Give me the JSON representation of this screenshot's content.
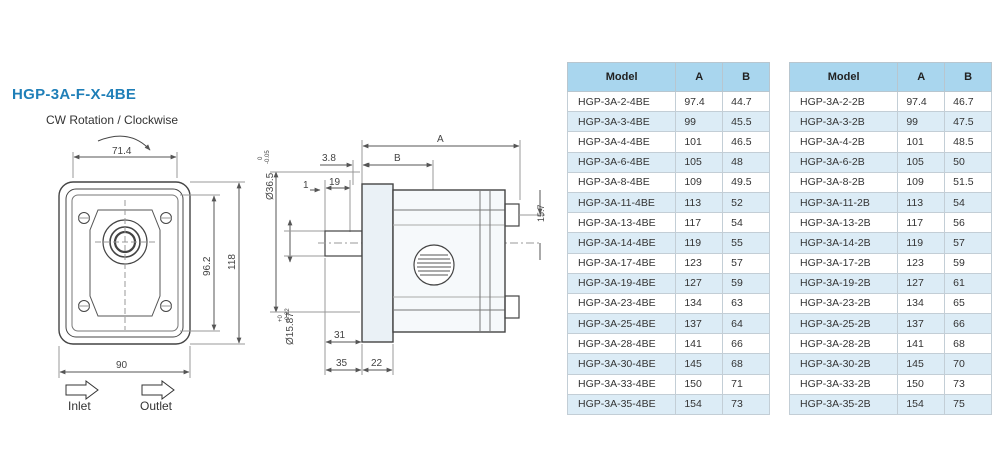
{
  "title": "HGP-3A-F-X-4BE",
  "front_view": {
    "rotation_label": "CW Rotation / Clockwise",
    "dim_width_top": "71.4",
    "dim_width_bottom": "90",
    "dim_height_inner": "96.2",
    "dim_height_outer": "118",
    "inlet_label": "Inlet",
    "outlet_label": "Outlet"
  },
  "side_view": {
    "dim_a": "A",
    "dim_b": "B",
    "dim_3_8": "3.8",
    "dim_1": "1",
    "dim_19": "19",
    "dim_pilot": "Ø36.5",
    "dim_pilot_tol_top": "0",
    "dim_pilot_tol_bottom": "-0.05",
    "dim_shaft": "Ø15.87",
    "dim_shaft_tol_top": "+0",
    "dim_shaft_tol_bottom": "-0.02",
    "dim_31": "31",
    "dim_35": "35",
    "dim_22": "22",
    "dim_15_7": "15.7"
  },
  "table_left": {
    "headers": [
      "Model",
      "A",
      "B"
    ],
    "rows": [
      [
        "HGP-3A-2-4BE",
        "97.4",
        "44.7"
      ],
      [
        "HGP-3A-3-4BE",
        "99",
        "45.5"
      ],
      [
        "HGP-3A-4-4BE",
        "101",
        "46.5"
      ],
      [
        "HGP-3A-6-4BE",
        "105",
        "48"
      ],
      [
        "HGP-3A-8-4BE",
        "109",
        "49.5"
      ],
      [
        "HGP-3A-11-4BE",
        "113",
        "52"
      ],
      [
        "HGP-3A-13-4BE",
        "117",
        "54"
      ],
      [
        "HGP-3A-14-4BE",
        "119",
        "55"
      ],
      [
        "HGP-3A-17-4BE",
        "123",
        "57"
      ],
      [
        "HGP-3A-19-4BE",
        "127",
        "59"
      ],
      [
        "HGP-3A-23-4BE",
        "134",
        "63"
      ],
      [
        "HGP-3A-25-4BE",
        "137",
        "64"
      ],
      [
        "HGP-3A-28-4BE",
        "141",
        "66"
      ],
      [
        "HGP-3A-30-4BE",
        "145",
        "68"
      ],
      [
        "HGP-3A-33-4BE",
        "150",
        "71"
      ],
      [
        "HGP-3A-35-4BE",
        "154",
        "73"
      ]
    ]
  },
  "table_right": {
    "headers": [
      "Model",
      "A",
      "B"
    ],
    "rows": [
      [
        "HGP-3A-2-2B",
        "97.4",
        "46.7"
      ],
      [
        "HGP-3A-3-2B",
        "99",
        "47.5"
      ],
      [
        "HGP-3A-4-2B",
        "101",
        "48.5"
      ],
      [
        "HGP-3A-6-2B",
        "105",
        "50"
      ],
      [
        "HGP-3A-8-2B",
        "109",
        "51.5"
      ],
      [
        "HGP-3A-11-2B",
        "113",
        "54"
      ],
      [
        "HGP-3A-13-2B",
        "117",
        "56"
      ],
      [
        "HGP-3A-14-2B",
        "119",
        "57"
      ],
      [
        "HGP-3A-17-2B",
        "123",
        "59"
      ],
      [
        "HGP-3A-19-2B",
        "127",
        "61"
      ],
      [
        "HGP-3A-23-2B",
        "134",
        "65"
      ],
      [
        "HGP-3A-25-2B",
        "137",
        "66"
      ],
      [
        "HGP-3A-28-2B",
        "141",
        "68"
      ],
      [
        "HGP-3A-30-2B",
        "145",
        "70"
      ],
      [
        "HGP-3A-33-2B",
        "150",
        "73"
      ],
      [
        "HGP-3A-35-2B",
        "154",
        "75"
      ]
    ]
  }
}
